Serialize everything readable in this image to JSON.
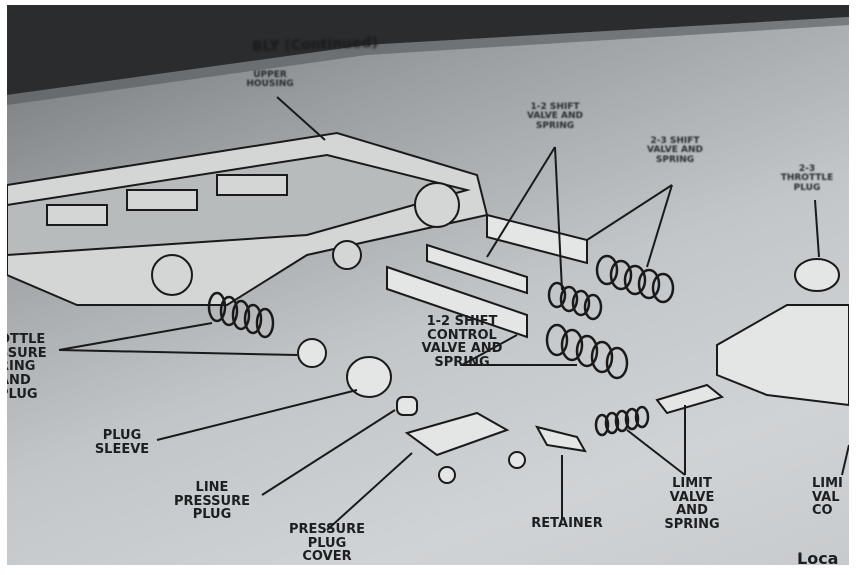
{
  "heading": "BLY (Continued)",
  "labels": {
    "upper_housing": "UPPER HOUSING",
    "shift_12": "1-2 SHIFT VALVE AND SPRING",
    "shift_23": "2-3 SHIFT VALVE AND SPRING",
    "throttle_23": "2-3 THROTTLE PLUG",
    "throttle_pressure": "OTTLE SSURE RING AND PLUG",
    "shift_control": "1-2 SHIFT CONTROL VALVE AND SPRING",
    "plug_sleeve": "PLUG SLEEVE",
    "line_pressure": "LINE PRESSURE PLUG",
    "pressure_cover": "PRESSURE PLUG COVER",
    "retainer": "RETAINER",
    "limit_valve": "LIMIT VALVE AND SPRING",
    "limit_cover": "LIMI VAL CO",
    "footer": "Loca"
  }
}
